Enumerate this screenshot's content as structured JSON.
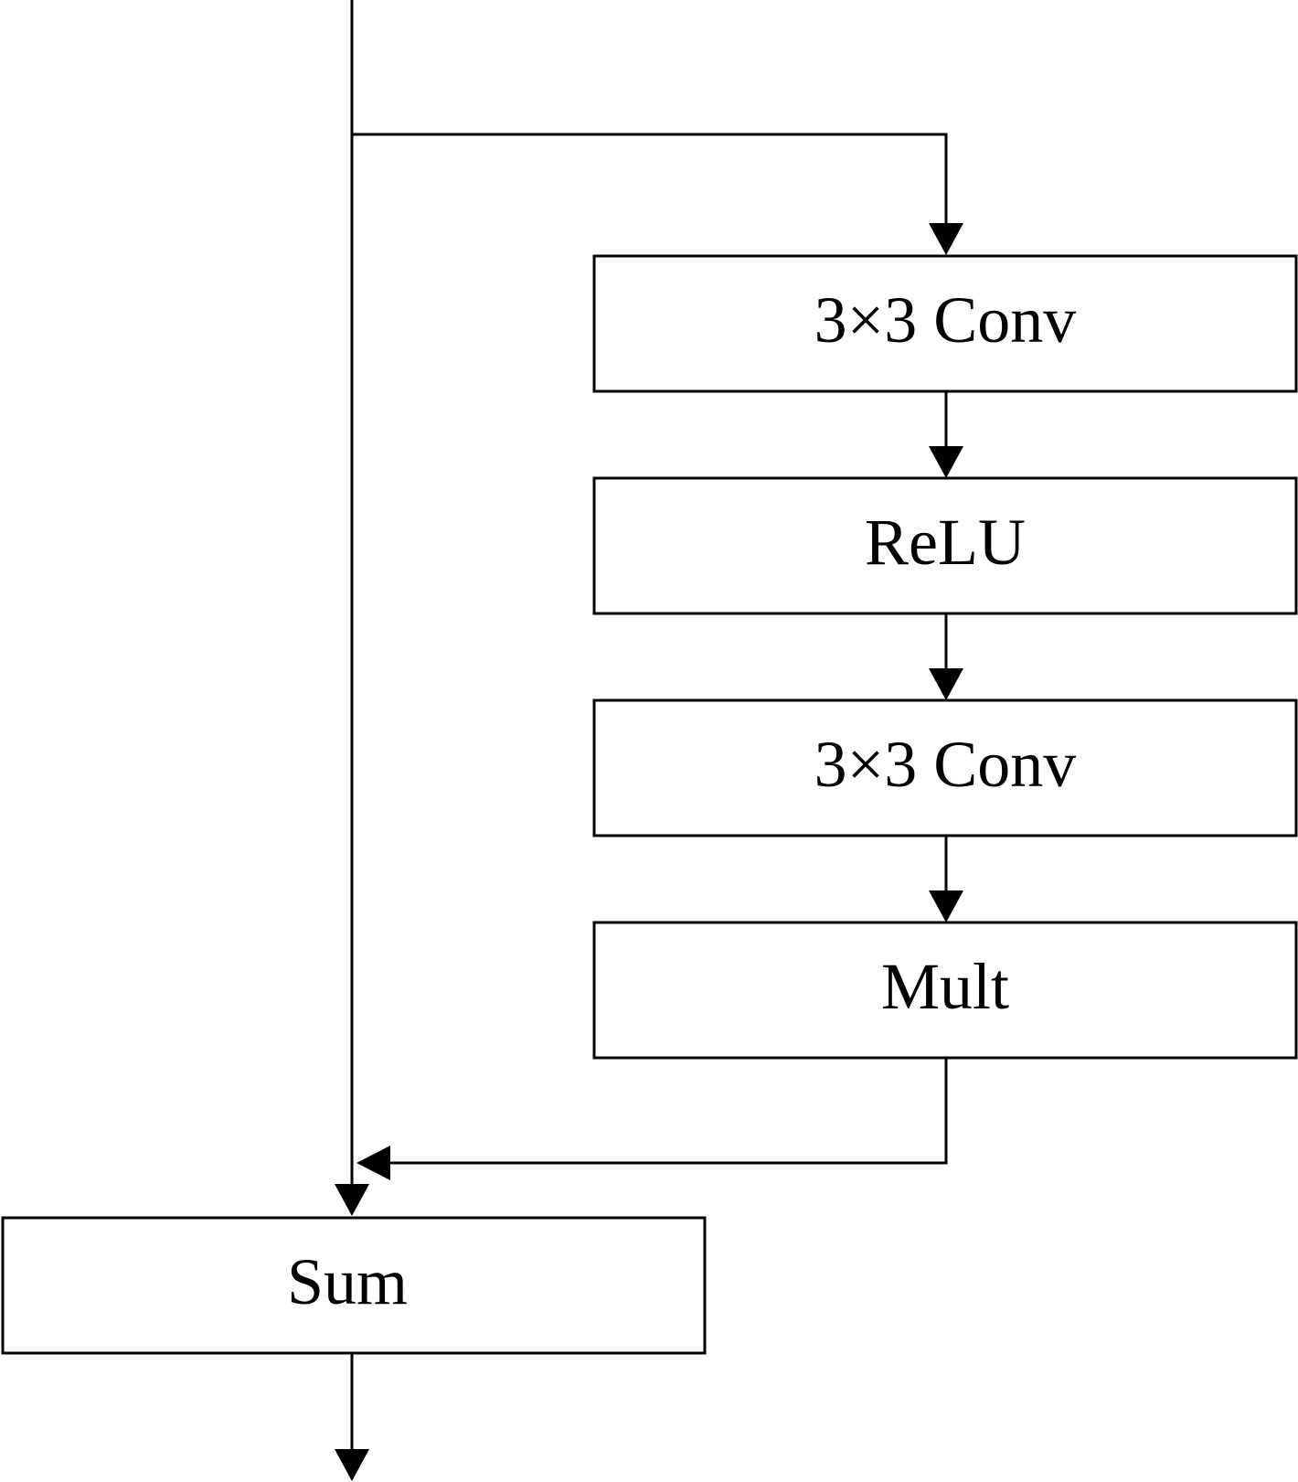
{
  "diagram": {
    "nodes": {
      "conv1": {
        "label": "3×3 Conv"
      },
      "relu": {
        "label": "ReLU"
      },
      "conv2": {
        "label": "3×3 Conv"
      },
      "mult": {
        "label": "Mult"
      },
      "sum": {
        "label": "Sum"
      }
    },
    "edges": [
      {
        "from": "input",
        "to": "conv1",
        "kind": "branch"
      },
      {
        "from": "conv1",
        "to": "relu"
      },
      {
        "from": "relu",
        "to": "conv2"
      },
      {
        "from": "conv2",
        "to": "mult"
      },
      {
        "from": "mult",
        "to": "skip-merge"
      },
      {
        "from": "input",
        "to": "sum",
        "kind": "skip"
      },
      {
        "from": "sum",
        "to": "output"
      }
    ],
    "colors": {
      "stroke": "#000000",
      "fill": "#ffffff"
    }
  }
}
